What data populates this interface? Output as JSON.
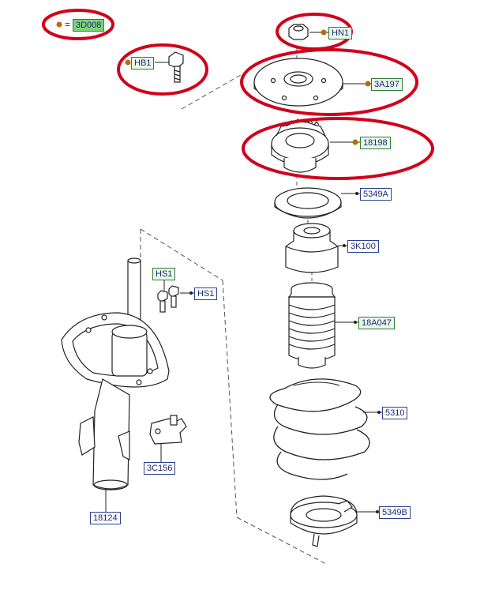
{
  "legend": {
    "symbol": "=",
    "code": "3D008"
  },
  "callouts": [
    {
      "id": "HN1",
      "kind": "green"
    },
    {
      "id": "HB1",
      "kind": "green"
    },
    {
      "id": "3A197",
      "kind": "green"
    },
    {
      "id": "18198",
      "kind": "green"
    },
    {
      "id": "5349A",
      "kind": "blue"
    },
    {
      "id": "3K100",
      "kind": "blue"
    },
    {
      "id": "HS1",
      "kind": "green"
    },
    {
      "id": "HS1",
      "kind": "blue"
    },
    {
      "id": "18A047",
      "kind": "green"
    },
    {
      "id": "5310",
      "kind": "blue"
    },
    {
      "id": "3C156",
      "kind": "blue"
    },
    {
      "id": "18124",
      "kind": "blue"
    },
    {
      "id": "5349B",
      "kind": "blue"
    }
  ],
  "colors": {
    "highlight_ring": "#d0021b",
    "marker_dot": "#b86a12",
    "line": "#222222",
    "callout_border_blue": "#2b3f8f",
    "callout_border_green": "#2e7d32"
  }
}
